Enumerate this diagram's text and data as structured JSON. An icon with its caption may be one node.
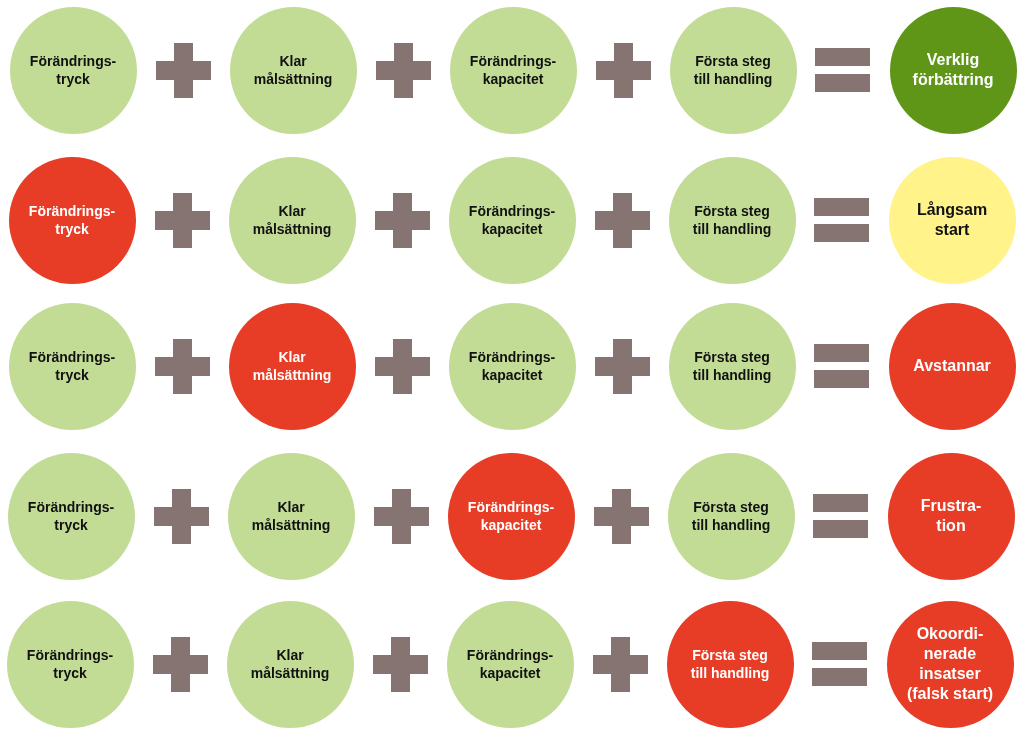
{
  "diagram": {
    "nodes": [
      {
        "text": [
          "Förändrings- tryck"
        ]
      },
      {
        "text": [
          "Klar målsättning"
        ]
      },
      {
        "text": [
          "Förändrings- kapacitet"
        ]
      },
      {
        "text": [
          "Första steg till handling"
        ]
      },
      {
        "text": [
          "Verklig förbättring"
        ]
      },
      {
        "text": [
          "Förändrings- tryck"
        ]
      },
      {
        "text": [
          "Klar målsättning"
        ]
      },
      {
        "text": [
          "Förändrings- kapacitet"
        ]
      },
      {
        "text": [
          "Första steg till handling"
        ]
      },
      {
        "text": [
          "Långsam start"
        ]
      },
      {
        "text": [
          "Förändrings- tryck"
        ]
      },
      {
        "text": [
          "Klar målsättning"
        ]
      },
      {
        "text": [
          "Förändrings- kapacitet"
        ]
      },
      {
        "text": [
          "Första steg till handling"
        ]
      },
      {
        "text": [
          "Avstannar"
        ]
      },
      {
        "text": [
          "Förändrings- tryck"
        ]
      },
      {
        "text": [
          "Klar målsättning"
        ]
      },
      {
        "text": [
          "Förändrings- kapacitet"
        ]
      },
      {
        "text": [
          "Första steg till handling"
        ]
      },
      {
        "text": [
          "Frustra- tion"
        ]
      },
      {
        "text": [
          "Förändrings- tryck"
        ]
      },
      {
        "text": [
          "Klar målsättning"
        ]
      },
      {
        "text": [
          "Förändrings- kapacitet"
        ]
      },
      {
        "text": [
          "Första steg till handling"
        ]
      },
      {
        "text": [
          "Okoordi- nerade insatser (falsk start)"
        ]
      }
    ]
  }
}
